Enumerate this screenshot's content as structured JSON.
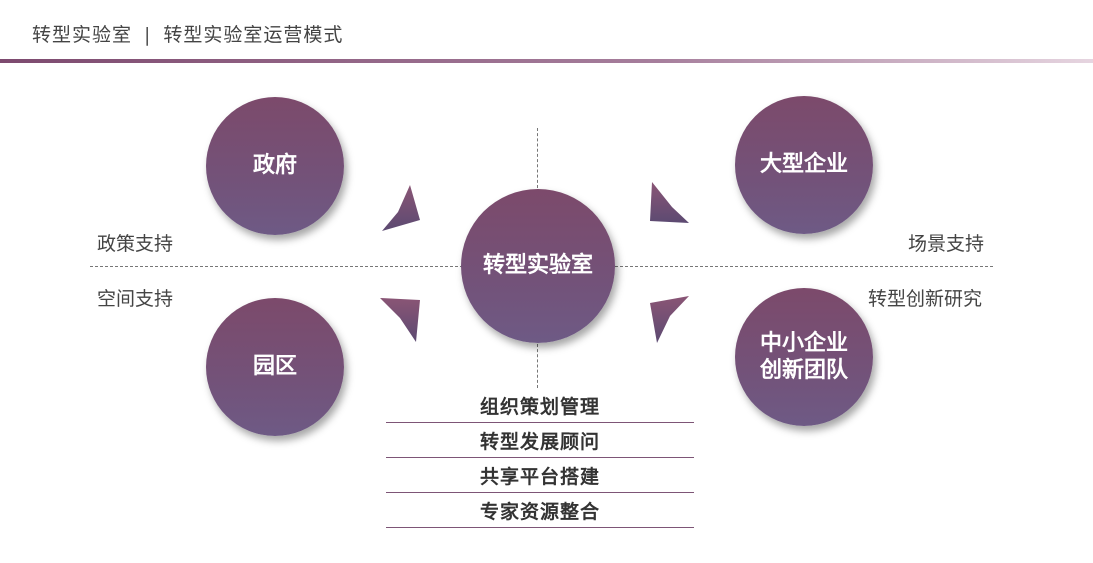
{
  "header": {
    "section": "转型实验室",
    "separator": "|",
    "title": "转型实验室运营模式"
  },
  "center": {
    "label": "转型实验室"
  },
  "nodes": {
    "government": "政府",
    "large_enterprise": "大型企业",
    "park": "园区",
    "sme_line1": "中小企业",
    "sme_line2": "创新团队"
  },
  "supports": {
    "policy": "政策支持",
    "space": "空间支持",
    "scenario": "场景支持",
    "innovation": "转型创新研究"
  },
  "services": [
    {
      "label": "组织策划管理"
    },
    {
      "label": "转型发展顾问"
    },
    {
      "label": "共享平台搭建"
    },
    {
      "label": "专家资源整合"
    }
  ],
  "colors": {
    "circle_top": "#7c4a6b",
    "circle_bottom": "#6e5a85",
    "accent_line": "#7d4a6f"
  }
}
